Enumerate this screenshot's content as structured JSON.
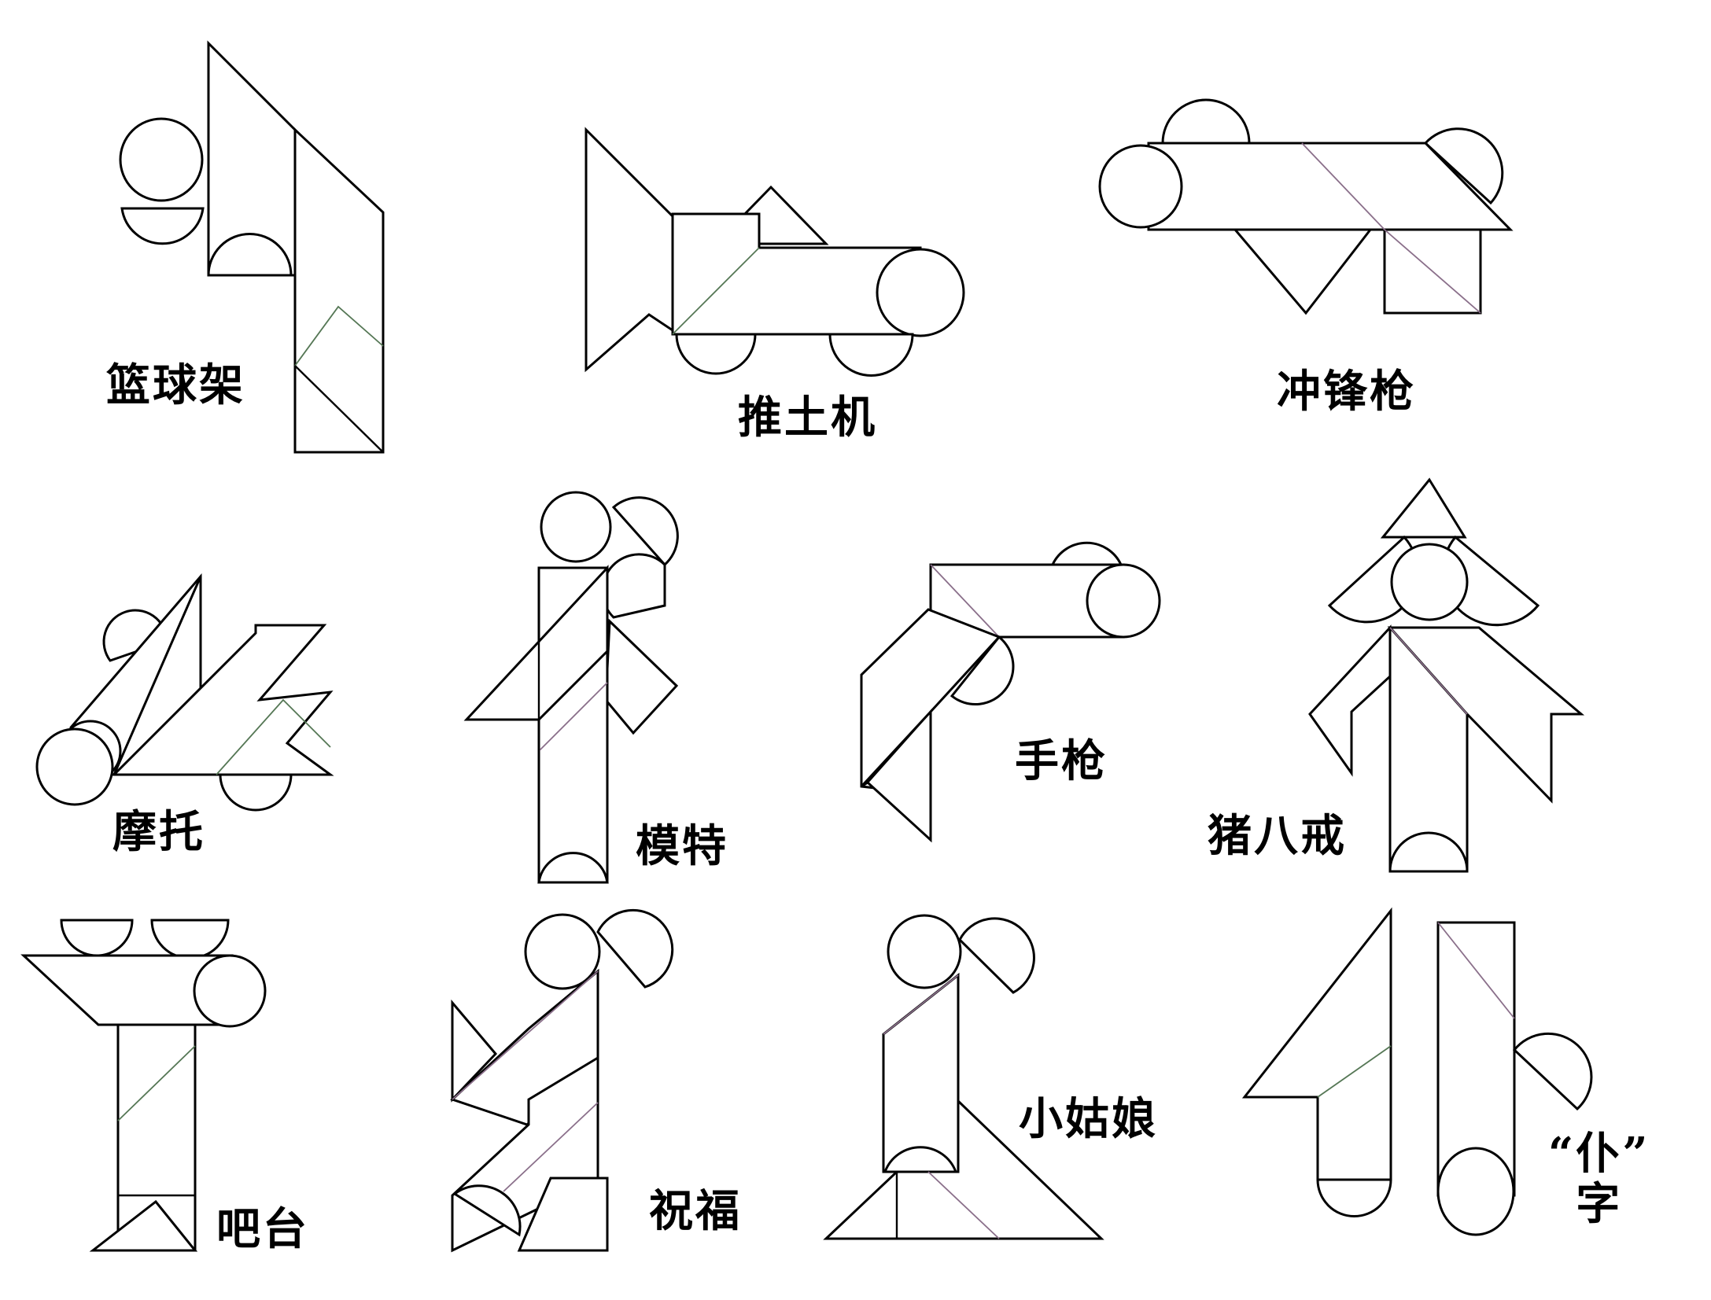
{
  "figures": [
    {
      "id": "basketball-hoop",
      "label": "篮球架"
    },
    {
      "id": "bulldozer",
      "label": "推土机"
    },
    {
      "id": "submachine-gun",
      "label": "冲锋枪"
    },
    {
      "id": "motorcycle",
      "label": "摩托"
    },
    {
      "id": "model",
      "label": "模特"
    },
    {
      "id": "pistol",
      "label": "手枪"
    },
    {
      "id": "zhu-bajie",
      "label": "猪八戒"
    },
    {
      "id": "bar-counter",
      "label": "吧台"
    },
    {
      "id": "blessing",
      "label": "祝福"
    },
    {
      "id": "little-girl",
      "label": "小姑娘"
    },
    {
      "id": "pu-character",
      "label_line1": "“仆”",
      "label_line2": "字"
    }
  ],
  "colors": {
    "outline": "#000000",
    "background": "#ffffff"
  }
}
